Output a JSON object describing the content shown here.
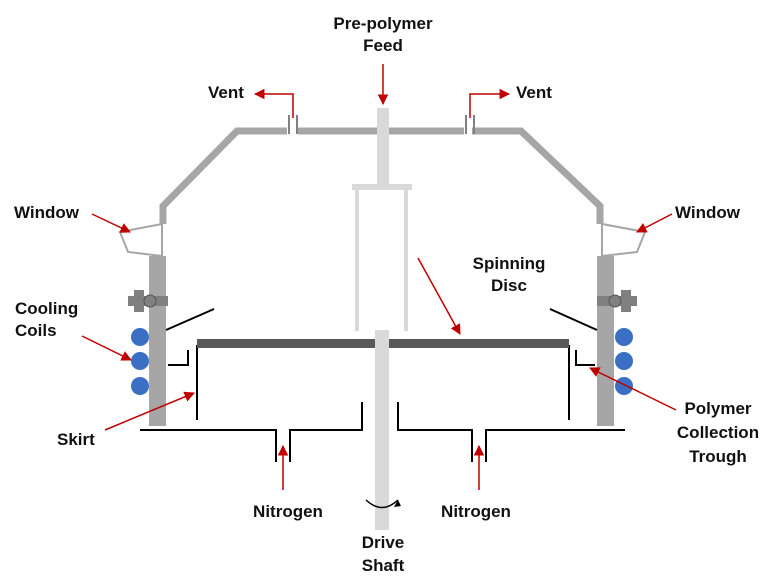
{
  "labels": {
    "feed": [
      "Pre-polymer",
      "Feed"
    ],
    "vent": "Vent",
    "window": "Window",
    "cooling": [
      "Cooling",
      "Coils"
    ],
    "spinning": [
      "Spinning",
      "Disc"
    ],
    "skirt": "Skirt",
    "trough": [
      "Polymer",
      "Collection",
      "Trough"
    ],
    "nitrogen": "Nitrogen",
    "drive": [
      "Drive",
      "Shaft"
    ]
  },
  "colors": {
    "wall": "#a6a6a6",
    "wall_dark": "#808080",
    "shaft": "#d9d9d9",
    "disc": "#595959",
    "coil": "#3a6fc4",
    "arrow": "#c00000",
    "line": "#000000"
  }
}
